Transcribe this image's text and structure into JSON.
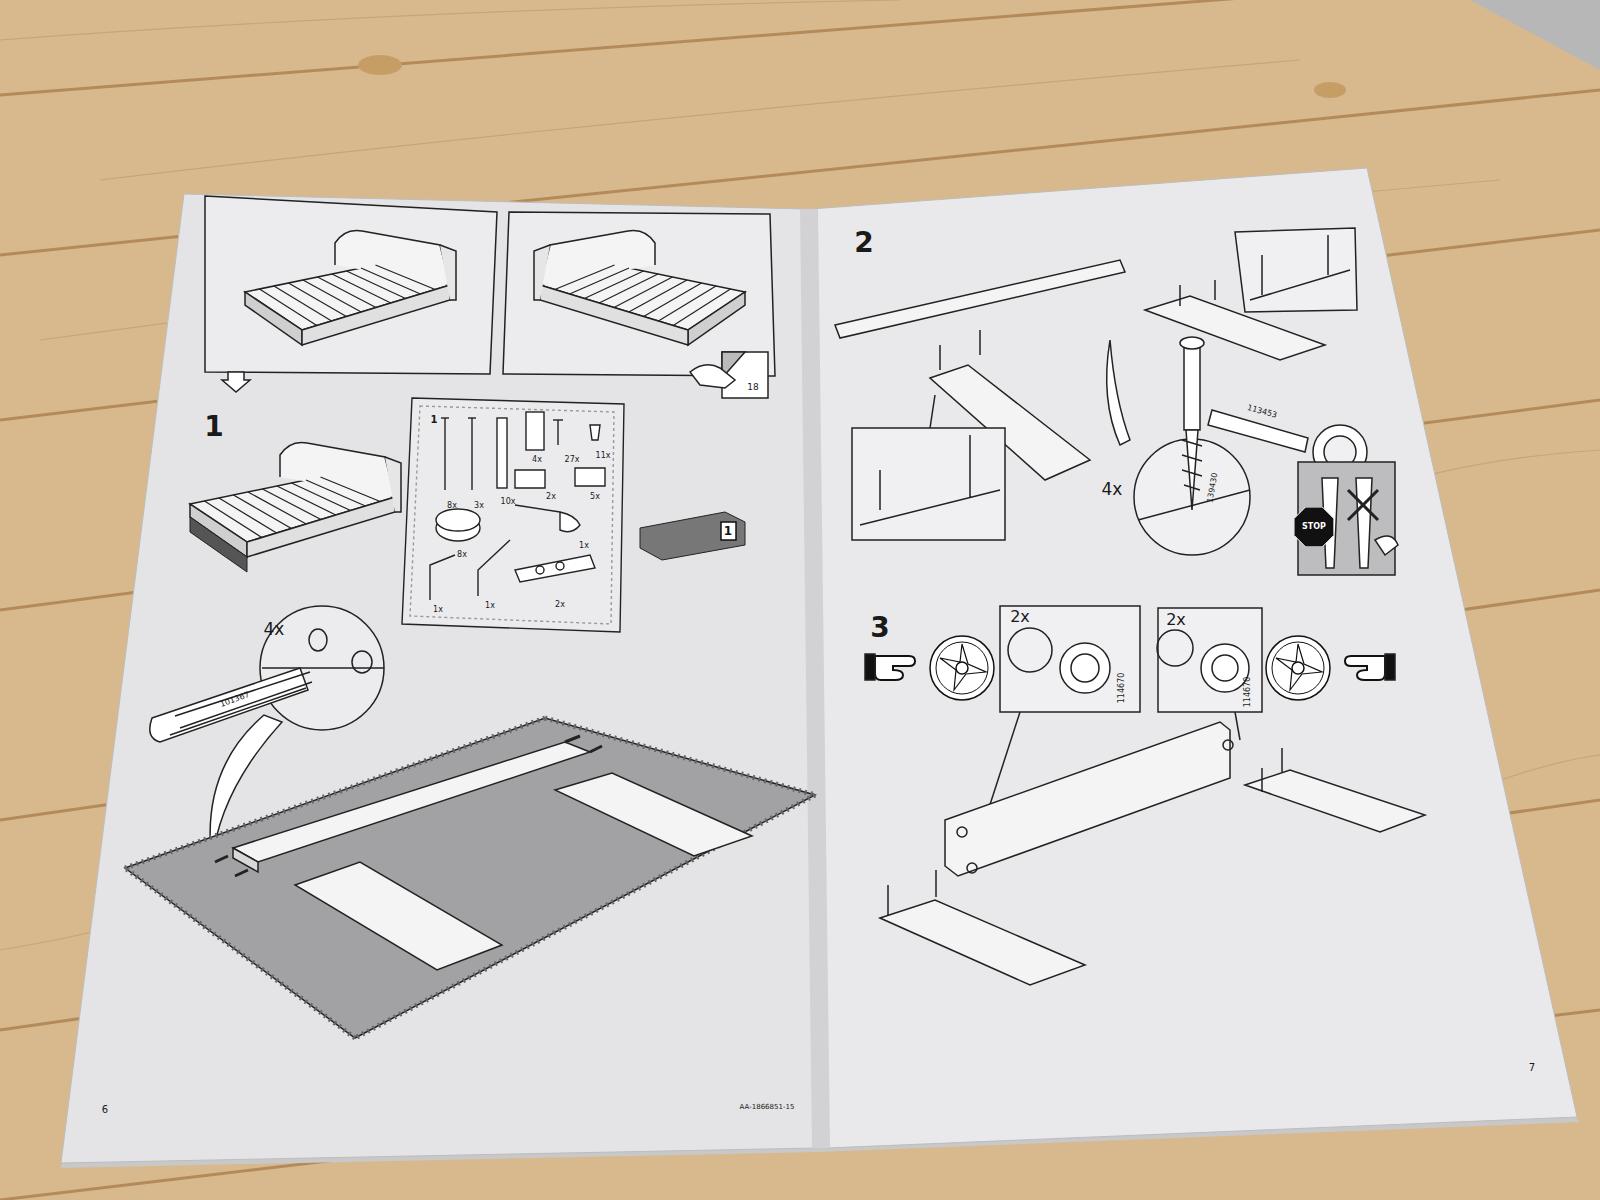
{
  "diagram": {
    "nodes": [
      {
        "text": [
          "1"
        ]
      },
      {
        "text": [
          "STOP"
        ]
      }
    ],
    "labels": [
      "18",
      "1",
      "1",
      "8x",
      "3x",
      "10x",
      "4x",
      "27x",
      "11x",
      "2x",
      "5x",
      "8x",
      "1x",
      "1x",
      "1x",
      "2x",
      "4x",
      "101367",
      "2",
      "4x",
      "139430",
      "113453",
      "3",
      "2x",
      "114670",
      "2x",
      "114670",
      "6",
      "AA-1866851-15",
      "7"
    ]
  }
}
